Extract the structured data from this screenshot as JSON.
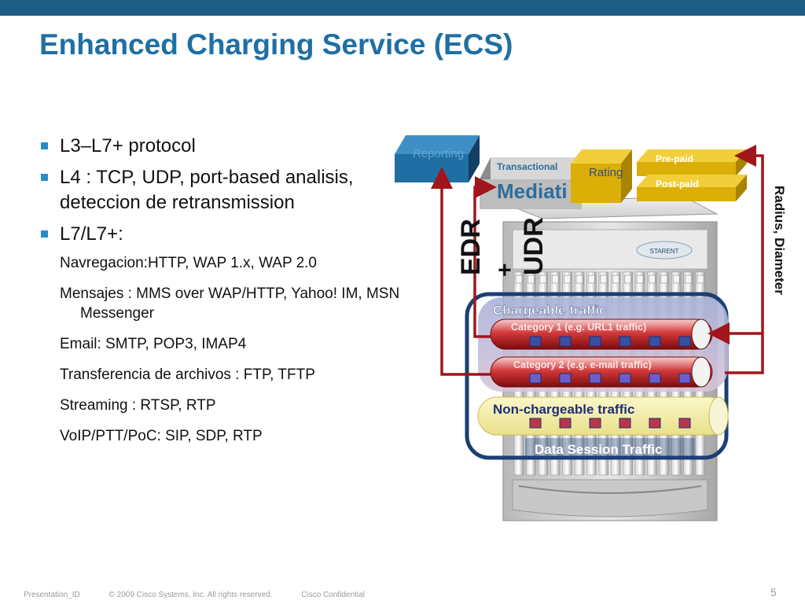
{
  "slide": {
    "title": "Enhanced Charging Service (ECS)",
    "page_number": "5",
    "footer": {
      "presentation_id": "Presentation_ID",
      "copyright": "© 2009 Cisco Systems, Inc. All rights reserved.",
      "confidential": "Cisco Confidential"
    }
  },
  "bullets": {
    "b1": "L3–L7+ protocol",
    "b2": "L4 : TCP, UDP, port-based analisis, deteccion de retransmission",
    "b3": "L7/L7+:",
    "sub": [
      "Navregacion:HTTP, WAP 1.x, WAP 2.0",
      "Mensajes : MMS over WAP/HTTP, Yahoo! IM, MSN Messenger",
      "Email: SMTP, POP3, IMAP4",
      "Transferencia de archivos : FTP, TFTP",
      "Streaming : RTSP, RTP",
      "VoIP/PTT/PoC: SIP, SDP, RTP"
    ]
  },
  "diagram": {
    "reporting": "Reporting",
    "transactional": "Transactional",
    "mediation": "Mediati",
    "rating": "Rating",
    "prepaid": "Pre-paid",
    "postpaid": "Post-paid",
    "radius": "Radius, Diameter",
    "edr": "EDR",
    "plus": "+",
    "udr": "UDR",
    "chargeable": "Chargeable traffic",
    "cat1": "Category 1 (e.g. URL1 traffic)",
    "cat2": "Category 2 (e.g. e-mail traffic)",
    "nonchargeable": "Non-chargeable traffic",
    "session": "Data Session Traffic",
    "vendor": "STARENT"
  },
  "colors": {
    "title": "#1f6fa3",
    "topbar": "#1f5e84",
    "reporting": "#1f6fa3",
    "rating": "#d6a900",
    "arrow": "#a0161b",
    "ring": "#1b3f75"
  }
}
